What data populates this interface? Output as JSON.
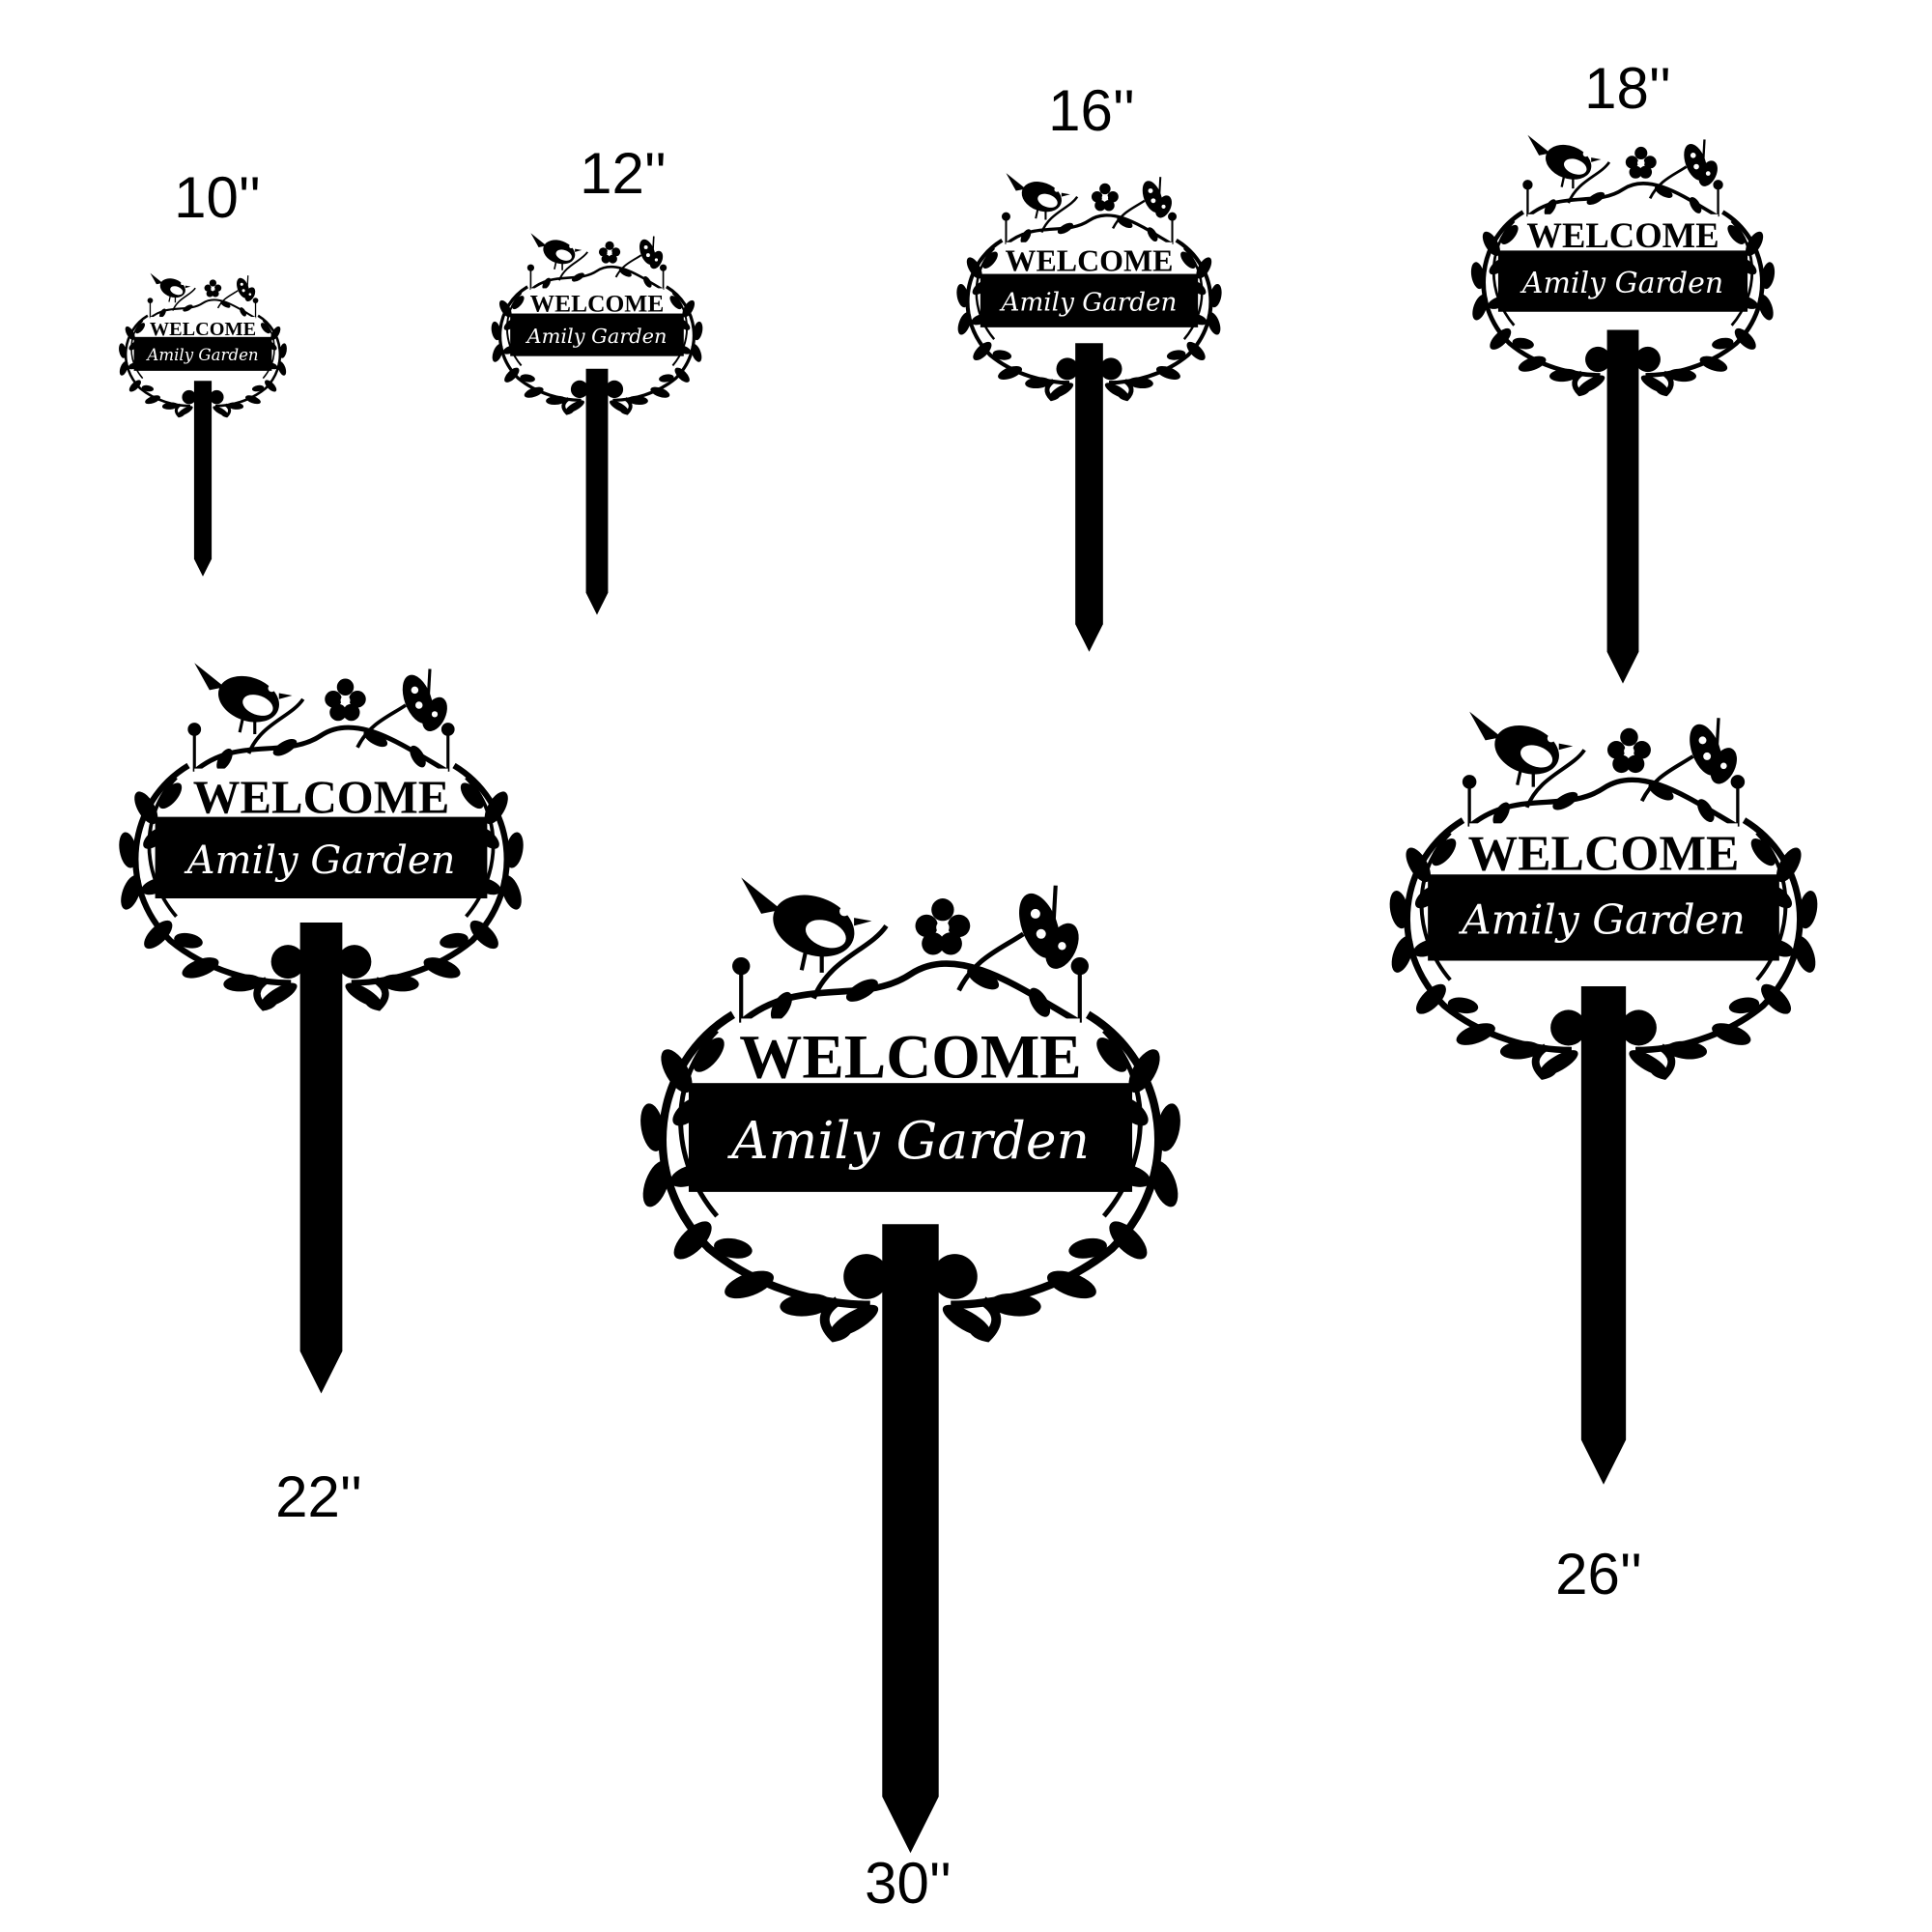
{
  "brand": {
    "welcome_text": "WELCOME",
    "name_text": "Amily Garden",
    "ink_color": "#000000",
    "paper_color": "#ffffff"
  },
  "stakes": [
    {
      "size_label": "10''"
    },
    {
      "size_label": "12''"
    },
    {
      "size_label": "16''"
    },
    {
      "size_label": "18''"
    },
    {
      "size_label": "22''"
    },
    {
      "size_label": "30''"
    },
    {
      "size_label": "26''"
    }
  ]
}
